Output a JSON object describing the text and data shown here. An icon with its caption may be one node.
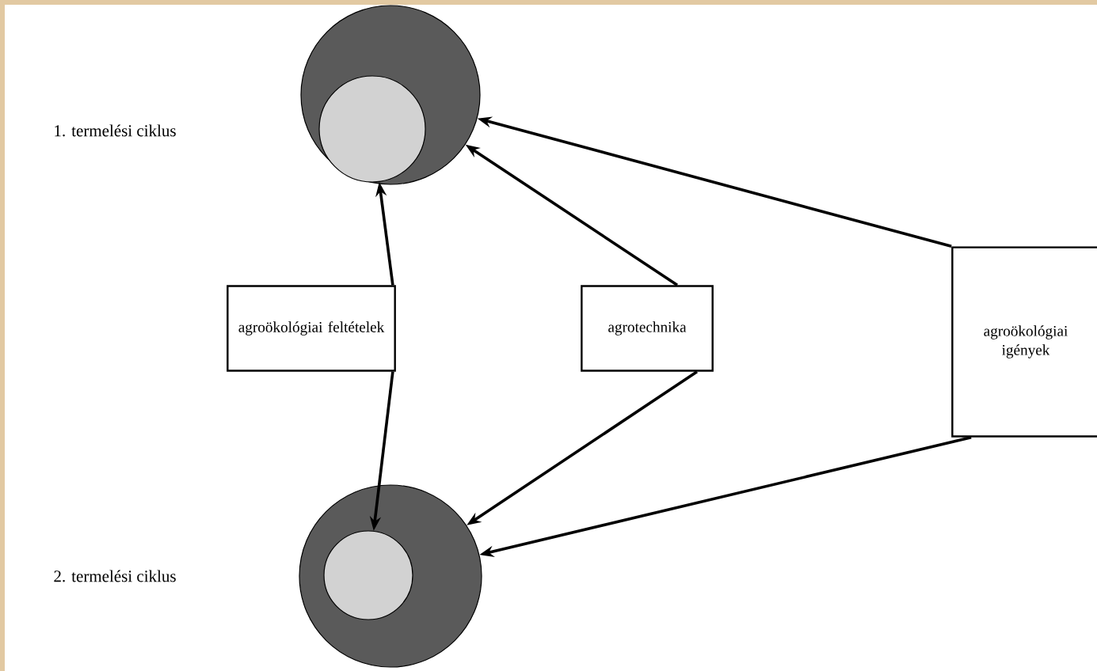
{
  "diagram": {
    "nodes": [
      {
        "text": [],
        "shape": "circle"
      },
      {
        "text": [],
        "shape": "circle",
        "in": 0
      },
      {
        "text": [
          "agroökológiai feltételek"
        ]
      },
      {
        "text": [
          "agrotechnika"
        ]
      },
      {
        "text": [
          "agroökológiai igények"
        ]
      },
      {
        "text": [],
        "shape": "circle"
      },
      {
        "text": [],
        "shape": "circle",
        "in": 5
      }
    ],
    "edges": [
      {
        "from": 2,
        "to": 1,
        "arrow": "to"
      },
      {
        "from": 3,
        "to": 0,
        "arrow": "to"
      },
      {
        "from": 4,
        "to": 0,
        "arrow": "to"
      },
      {
        "from": 2,
        "to": 6,
        "arrow": "to"
      },
      {
        "from": 3,
        "to": 5,
        "arrow": "to"
      },
      {
        "from": 4,
        "to": 5,
        "arrow": "to"
      }
    ],
    "labels": [
      "1. termelési ciklus",
      "2. termelési ciklus"
    ]
  }
}
